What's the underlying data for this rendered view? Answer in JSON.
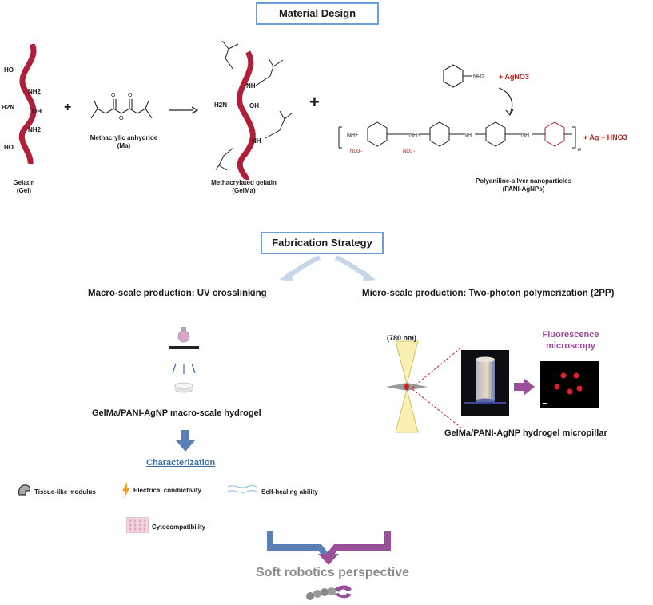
{
  "material_design": {
    "title": "Material Design",
    "gelatin": {
      "label": "Gelatin",
      "abbr": "(Gel)"
    },
    "anhydride": {
      "label": "Methacrylic anhydride",
      "abbr": "(Ma)"
    },
    "gelma": {
      "label": "Methacrylated gelatin",
      "abbr": "(GelMa)"
    },
    "pani": {
      "label": "Polyaniline-silver nanoparticles",
      "abbr": "(PANI-AgNPs)"
    },
    "plus": "+",
    "agno3": "+ AgNO3",
    "products": "+ Ag + HNO3",
    "groups": {
      "ho": "HO",
      "nh2": "NH2",
      "h2n": "H2N",
      "oh": "OH",
      "nh": "NH",
      "nh_plus": "NH+",
      "no3": "NO3−",
      "n": "n"
    }
  },
  "fabrication": {
    "title": "Fabrication Strategy",
    "macro_title": "Macro-scale production: UV crosslinking",
    "micro_title": "Micro-scale production: Two-photon polymerization (2PP)",
    "macro_label": "GelMa/PANI-AgNP macro-scale hydrogel",
    "micro_label": "GelMa/PANI-AgNP hydrogel micropillar",
    "wavelength": "(780 nm)",
    "fluorescence": "Fluorescence microscopy"
  },
  "characterization": {
    "title": "Characterization",
    "features": [
      "Tissue-like modulus",
      "Electrical conductivity",
      "Self-healing ability",
      "Cytocompatibility"
    ]
  },
  "perspective": {
    "title": "Soft robotics perspective"
  },
  "colors": {
    "box_border": "#6a9fd8",
    "helix": "#b01f3a",
    "red_text": "#b01f1f",
    "arrow_blue": "#5b7fb5",
    "arrow_purple": "#9a4f9a",
    "fluor": "#a1479c"
  }
}
